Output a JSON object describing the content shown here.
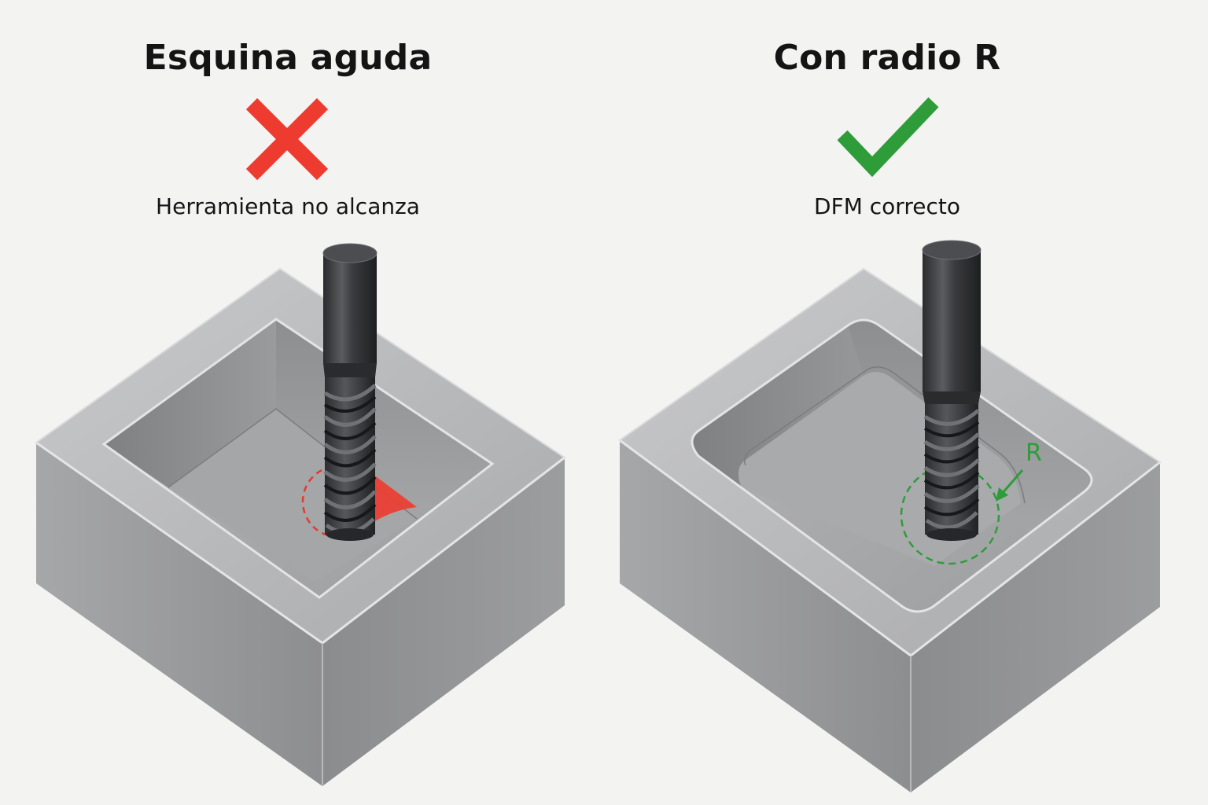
{
  "left_panel": {
    "title": "Esquina aguda",
    "subtitle": "Herramienta no alcanza",
    "status_icon": "cross-icon",
    "accent_color": "#ee3b2f"
  },
  "right_panel": {
    "title": "Con radio R",
    "subtitle": "DFM correcto",
    "status_icon": "checkmark-icon",
    "accent_color": "#2f9c3a",
    "radius_label": "R"
  }
}
